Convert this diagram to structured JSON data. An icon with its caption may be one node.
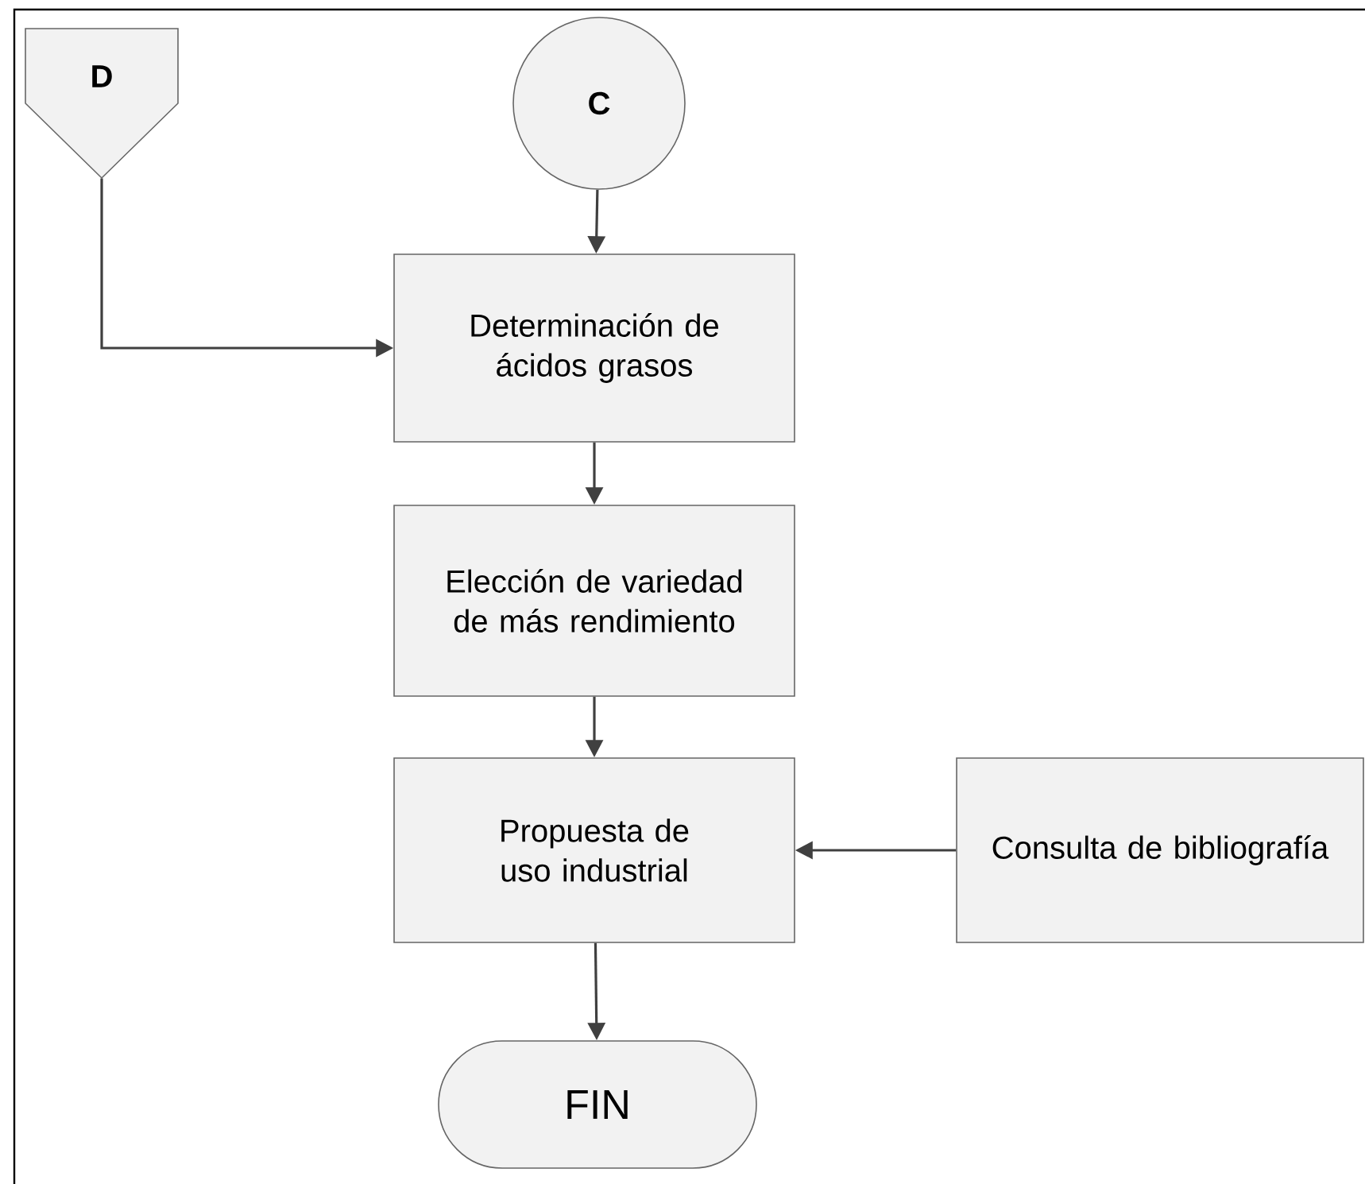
{
  "diagram": {
    "nodes": [
      {
        "text": [
          "D"
        ]
      },
      {
        "text": [
          "C"
        ]
      },
      {
        "text": [
          "Determinación de ácidos grasos"
        ]
      },
      {
        "text": [
          "Elección de variedad de más rendimiento"
        ]
      },
      {
        "text": [
          "Propuesta de uso industrial"
        ]
      },
      {
        "text": [
          "Consulta de bibliografía"
        ]
      },
      {
        "text": [
          "FIN"
        ]
      }
    ],
    "edges": [
      {
        "from": 0,
        "to": 2,
        "arrow": "to"
      },
      {
        "from": 1,
        "to": 2,
        "arrow": "to"
      },
      {
        "from": 2,
        "to": 3,
        "arrow": "to"
      },
      {
        "from": 3,
        "to": 4,
        "arrow": "to"
      },
      {
        "from": 5,
        "to": 4,
        "arrow": "to"
      },
      {
        "from": 4,
        "to": 6,
        "arrow": "to"
      }
    ]
  }
}
